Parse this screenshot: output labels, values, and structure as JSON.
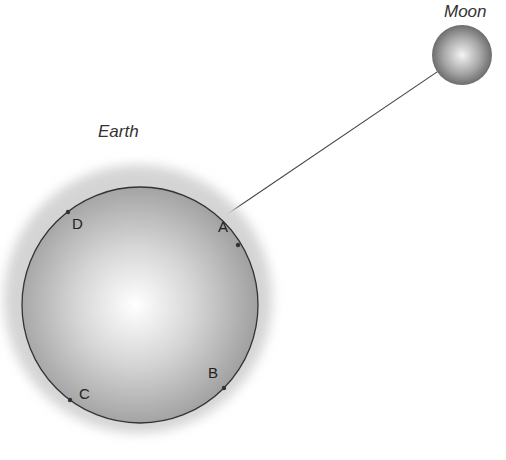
{
  "diagram": {
    "nodes": [
      {
        "text": [
          "Moon"
        ]
      },
      {
        "text": [
          "Earth",
          "D",
          "A",
          "C",
          "B"
        ]
      }
    ],
    "edges": [
      {
        "from": 1,
        "to": 0,
        "arrow": "none"
      }
    ]
  }
}
